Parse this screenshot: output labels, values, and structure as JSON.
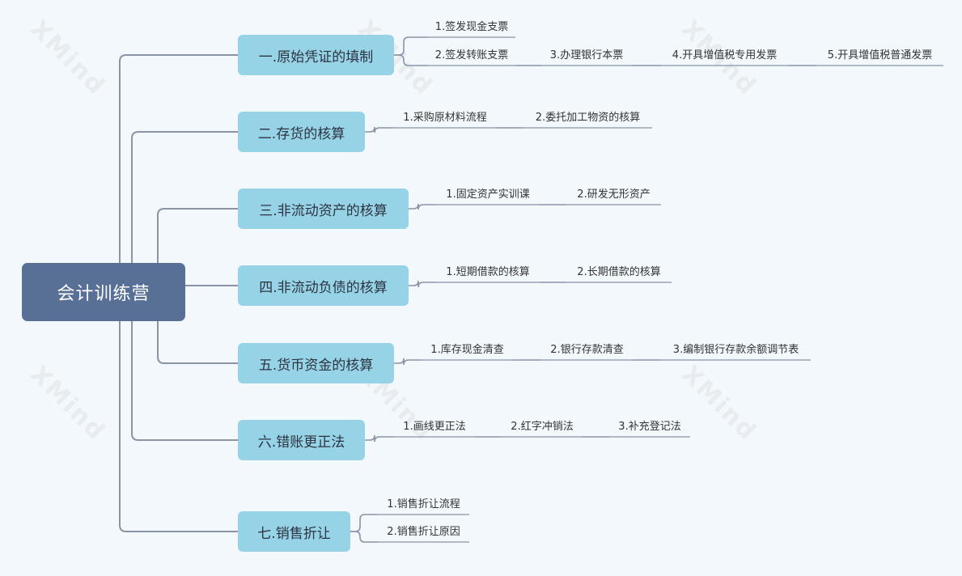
{
  "watermark": "XMind",
  "root": {
    "label": "会计训练营"
  },
  "topics": [
    {
      "label": "一.原始凭证的填制",
      "subs": [
        "1.签发现金支票",
        "2.签发转账支票",
        "3.办理银行本票",
        "4.开具增值税专用发票",
        "5.开具增值税普通发票"
      ]
    },
    {
      "label": "二.存货的核算",
      "subs": [
        "1.采购原材料流程",
        "2.委托加工物资的核算"
      ]
    },
    {
      "label": "三.非流动资产的核算",
      "subs": [
        "1.固定资产实训课",
        "2.研发无形资产"
      ]
    },
    {
      "label": "四.非流动负债的核算",
      "subs": [
        "1.短期借款的核算",
        "2.长期借款的核算"
      ]
    },
    {
      "label": "五.货币资金的核算",
      "subs": [
        "1.库存现金清查",
        "2.银行存款清查",
        "3.编制银行存款余额调节表"
      ]
    },
    {
      "label": "六.错账更正法",
      "subs": [
        "1.画线更正法",
        "2.红字冲销法",
        "3.补充登记法"
      ]
    },
    {
      "label": "七.销售折让",
      "subs": [
        "1.销售折让流程",
        "2.销售折让原因"
      ]
    }
  ],
  "colors": {
    "background": "#f2f8fc",
    "root_fill": "#587096",
    "topic_fill": "#97d3e6",
    "connector": "#8b93a6",
    "watermark": "#e9ecef"
  }
}
